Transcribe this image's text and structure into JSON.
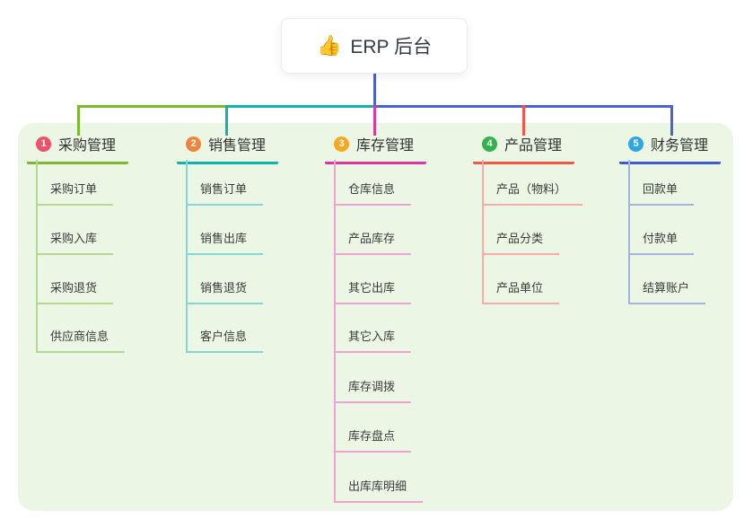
{
  "root": {
    "icon": "thumbs-up-icon",
    "icon_glyph": "👍",
    "label": "ERP 后台"
  },
  "colors": {
    "panel_background": "#ebf6e5",
    "root_connector": "#4a62d4",
    "branch_1_main": "#7cb92e",
    "branch_1_light": "#b4d98e",
    "branch_1_badge": "#f25066",
    "branch_2_main": "#10b3ac",
    "branch_2_light": "#86d6d1",
    "branch_2_badge": "#f08340",
    "branch_3_main": "#d83a9f",
    "branch_3_light": "#efa3d4",
    "branch_3_badge": "#f6a81f",
    "branch_4_main": "#f4564b",
    "branch_4_light": "#fbaaa4",
    "branch_4_badge": "#32b24a",
    "branch_5_main": "#3f5ccf",
    "branch_5_light": "#a4b3e2",
    "branch_5_badge": "#2ca7e2"
  },
  "branches": [
    {
      "num": "1",
      "label": "采购管理",
      "items": [
        "采购订单",
        "采购入库",
        "采购退货",
        "供应商信息"
      ]
    },
    {
      "num": "2",
      "label": "销售管理",
      "items": [
        "销售订单",
        "销售出库",
        "销售退货",
        "客户信息"
      ]
    },
    {
      "num": "3",
      "label": "库存管理",
      "items": [
        "仓库信息",
        "产品库存",
        "其它出库",
        "其它入库",
        "库存调拨",
        "库存盘点",
        "出库库明细"
      ]
    },
    {
      "num": "4",
      "label": "产品管理",
      "items": [
        "产品（物料）",
        "产品分类",
        "产品单位"
      ]
    },
    {
      "num": "5",
      "label": "财务管理",
      "items": [
        "回款单",
        "付款单",
        "结算账户"
      ]
    }
  ]
}
